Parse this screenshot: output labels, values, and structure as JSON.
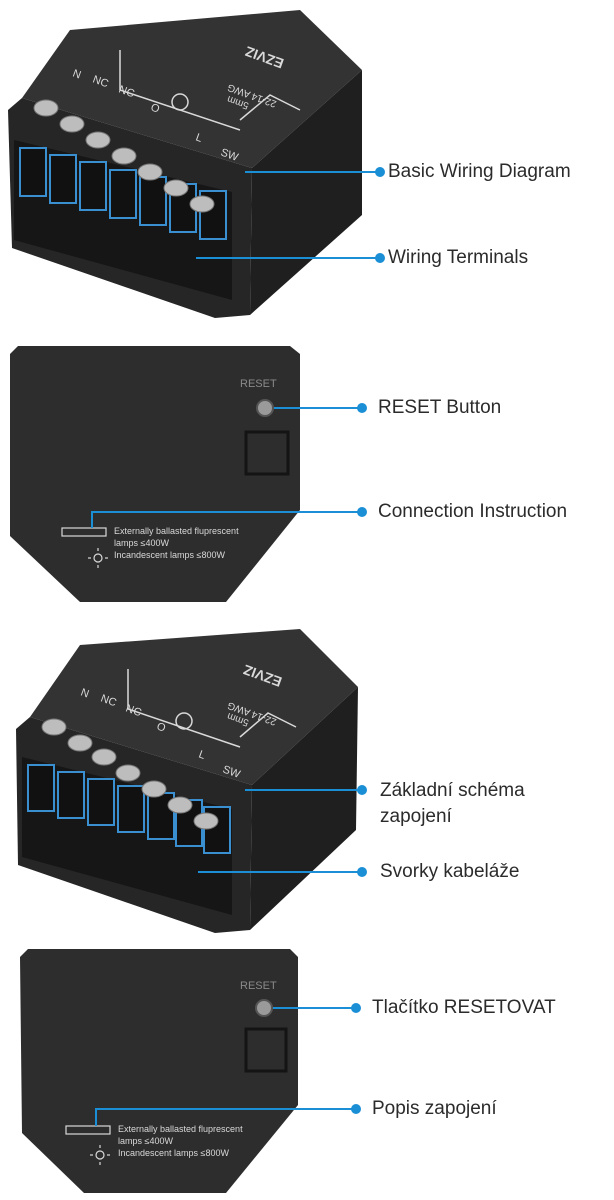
{
  "device": {
    "brand": "EZVIZ",
    "wire_gauge": "22-14 AWG",
    "strip_length": "5mm",
    "terminals": [
      "N",
      "NC",
      "NC",
      "O",
      "L",
      "SW"
    ],
    "reset_label": "RESET",
    "ballast_text_1": "Externally ballasted fluprescent",
    "ballast_text_2": "lamps ≤400W",
    "incandescent_text": "Incandescent lamps ≤800W"
  },
  "callouts_en": {
    "basic_wiring": "Basic Wiring Diagram",
    "wiring_terminals": "Wiring Terminals",
    "reset_button": "RESET Button",
    "connection_instruction": "Connection Instruction"
  },
  "callouts_cz": {
    "basic_wiring_line1": "Základní schéma",
    "basic_wiring_line2": "zapojení",
    "wiring_terminals": "Svorky kabeláže",
    "reset_button": "Tlačítko RESETOVAT",
    "connection_instruction": "Popis zapojení"
  },
  "colors": {
    "accent": "#1b8fd6",
    "body": "#2d2d2d",
    "body_dark": "#1c1c1c",
    "markings": "#d9d9d9"
  }
}
